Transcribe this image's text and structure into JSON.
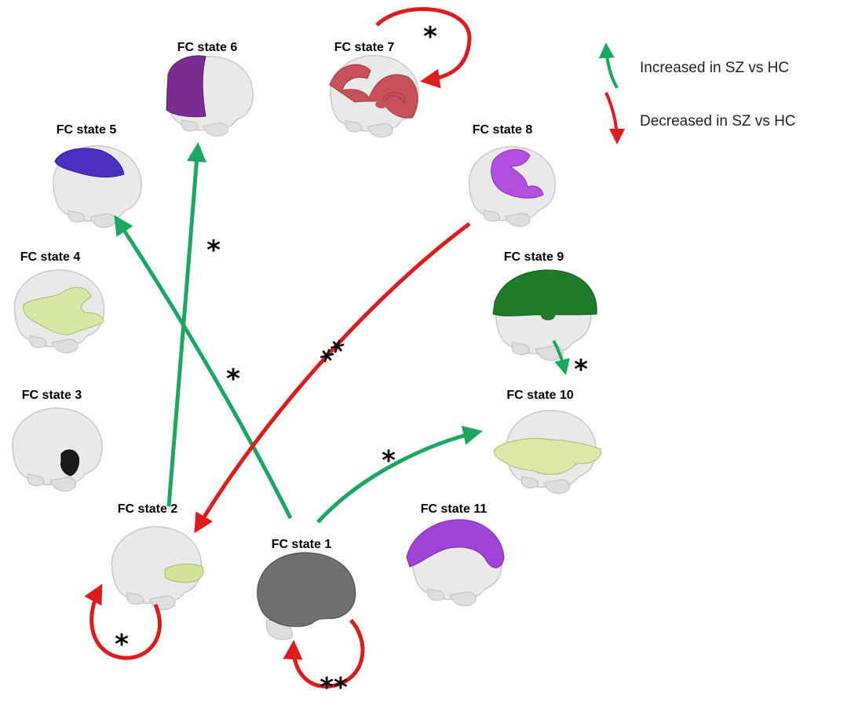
{
  "states": [
    {
      "label": "FC state 1",
      "region_color": "#6f6f6f"
    },
    {
      "label": "FC state 2",
      "region_color": "#d4e39a"
    },
    {
      "label": "FC state 3",
      "region_color": "#1a1a1a"
    },
    {
      "label": "FC state 4",
      "region_color": "#d8e8a4"
    },
    {
      "label": "FC state 5",
      "region_color": "#4b2fc0"
    },
    {
      "label": "FC state 6",
      "region_color": "#7a2c90"
    },
    {
      "label": "FC state 7",
      "region_color": "#c8505a"
    },
    {
      "label": "FC state 8",
      "region_color": "#b24fe0"
    },
    {
      "label": "FC state 9",
      "region_color": "#1f7a2a"
    },
    {
      "label": "FC state 10",
      "region_color": "#dce8a6"
    },
    {
      "label": "FC state 11",
      "region_color": "#a142d9"
    }
  ],
  "transitions": [
    {
      "from": "FC state 2",
      "to": "FC state 6",
      "direction": "increased",
      "significance": "*"
    },
    {
      "from": "FC state 1",
      "to": "FC state 5",
      "direction": "increased",
      "significance": "*"
    },
    {
      "from": "FC state 8",
      "to": "FC state 2",
      "direction": "decreased",
      "significance": "**"
    },
    {
      "from": "FC state 1",
      "to": "FC state 10",
      "direction": "increased",
      "significance": "*"
    },
    {
      "from": "FC state 9",
      "to": "FC state 10",
      "direction": "increased",
      "significance": "*"
    },
    {
      "from": "FC state 7",
      "to": "FC state 7",
      "direction": "decreased",
      "significance": "*"
    },
    {
      "from": "FC state 2",
      "to": "FC state 2",
      "direction": "decreased",
      "significance": "*"
    },
    {
      "from": "FC state 1",
      "to": "FC state 1",
      "direction": "decreased",
      "significance": "**"
    }
  ],
  "legend": {
    "increased": "Increased in SZ vs HC",
    "decreased": "Decreased in SZ vs HC"
  },
  "colors": {
    "increased": "#1aa860",
    "decreased": "#e01b1b"
  }
}
